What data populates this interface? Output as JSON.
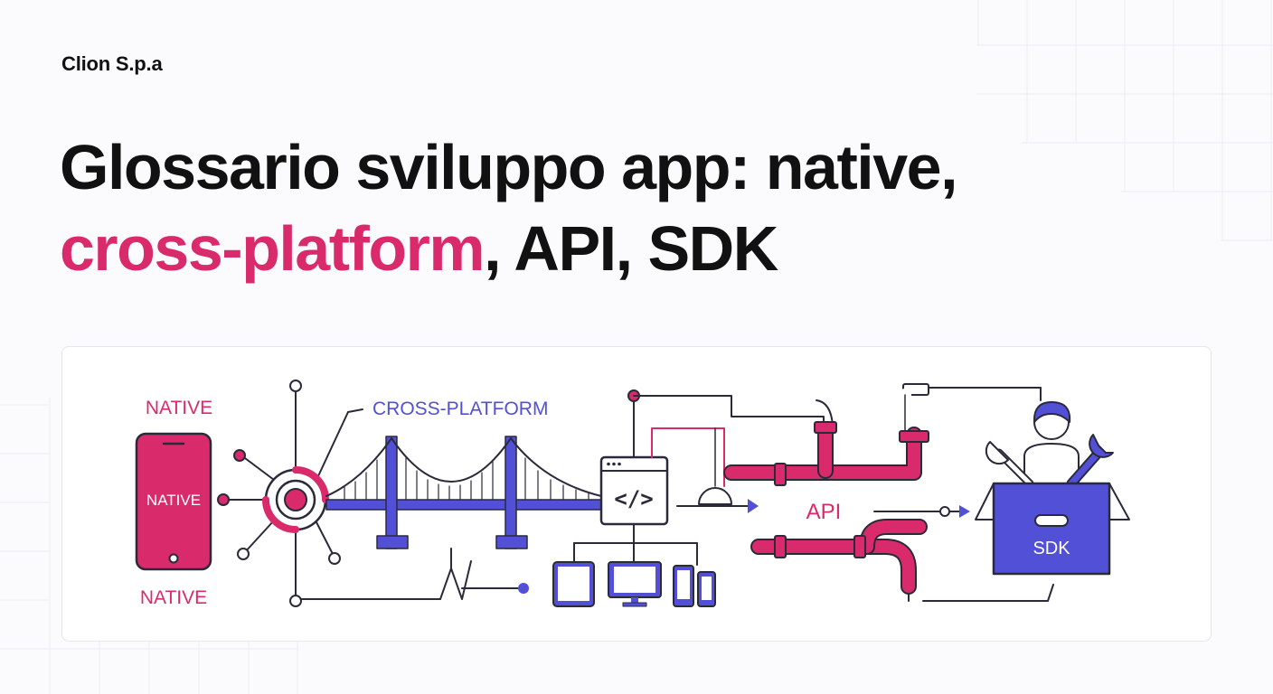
{
  "brand": {
    "name": "Clion S.p.a"
  },
  "headline": {
    "part1": "Glossario sviluppo app: native,",
    "highlight": "cross-platform",
    "part2": ", API, SDK"
  },
  "illustration": {
    "label_native_top": "NATIVE",
    "label_native_phone": "NATIVE",
    "label_native_bottom": "NATIVE",
    "label_cross_platform": "CROSS-PLATFORM",
    "code_glyph": "</>",
    "label_api": "API",
    "label_sdk": "SDK"
  },
  "colors": {
    "accent_pink": "#d92b6b",
    "accent_indigo": "#5250d6",
    "text_dark": "#111111",
    "line_dark": "#2a2a3a"
  }
}
